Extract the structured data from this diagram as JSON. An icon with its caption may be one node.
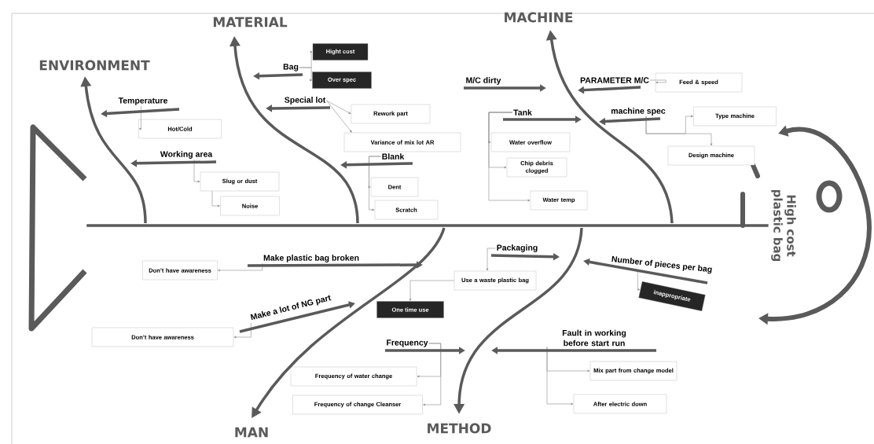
{
  "diagram": {
    "nodes": [
      {
        "text": [
          "ENVIRONMENT"
        ]
      },
      {
        "text": [
          "MATERIAL"
        ]
      },
      {
        "text": [
          "MACHINE"
        ]
      },
      {
        "text": [
          "Temperature"
        ]
      },
      {
        "text": [
          "Hot/Cold"
        ]
      },
      {
        "text": [
          "Working area"
        ]
      },
      {
        "text": [
          "Slug or dust"
        ]
      },
      {
        "text": [
          "Noise"
        ]
      },
      {
        "text": [
          "Bag"
        ]
      },
      {
        "text": [
          "Hight cost"
        ]
      },
      {
        "text": [
          "Over spec"
        ]
      },
      {
        "text": [
          "Special lot"
        ]
      },
      {
        "text": [
          "Rework part"
        ]
      },
      {
        "text": [
          "Variance of mix lot AR"
        ]
      },
      {
        "text": [
          "Blank"
        ]
      },
      {
        "text": [
          "Dent"
        ]
      },
      {
        "text": [
          "Scratch"
        ]
      },
      {
        "text": [
          "M/C dirty"
        ]
      },
      {
        "text": [
          "PARAMETER M/C"
        ]
      },
      {
        "text": [
          "Feed & speed"
        ]
      },
      {
        "text": [
          "machine spec"
        ]
      },
      {
        "text": [
          "Type machine"
        ]
      },
      {
        "text": [
          "Design machine"
        ]
      },
      {
        "text": [
          "Tank"
        ]
      },
      {
        "text": [
          "Water overflow"
        ]
      },
      {
        "text": [
          "Chip debris clogged"
        ]
      },
      {
        "text": [
          "Water temp"
        ]
      },
      {
        "text": [
          "High cost plastic bag"
        ]
      },
      {
        "text": [
          "Don’t have awareness"
        ]
      },
      {
        "text": [
          "Make plastic bag broken"
        ]
      },
      {
        "text": [
          "Make a lot of NG part"
        ]
      },
      {
        "text": [
          "Don’t have awareness"
        ]
      },
      {
        "text": [
          "MAN"
        ]
      },
      {
        "text": [
          "Packaging"
        ]
      },
      {
        "text": [
          "Use a waste plastic bag"
        ]
      },
      {
        "text": [
          "One time use"
        ]
      },
      {
        "text": [
          "Number of pieces per bag"
        ]
      },
      {
        "text": [
          "inappropriate"
        ]
      },
      {
        "text": [
          "Frequency"
        ]
      },
      {
        "text": [
          "Frequency of water change"
        ]
      },
      {
        "text": [
          "Frequency of change Cleanser"
        ]
      },
      {
        "text": [
          "Fault in working before start run"
        ]
      },
      {
        "text": [
          "Mix part from change model"
        ]
      },
      {
        "text": [
          "After electric down"
        ]
      },
      {
        "text": [
          "METHOD"
        ]
      },
      {
        "text": [],
        "shape": "picture"
      }
    ],
    "edges": [
      {
        "from": 3,
        "to": 4,
        "arrow": "to"
      },
      {
        "from": 5,
        "to": 6,
        "arrow": "to"
      },
      {
        "from": 6,
        "to": 7,
        "arrow": "to"
      },
      {
        "from": 8,
        "to": 9,
        "arrow": "to"
      },
      {
        "from": 8,
        "to": 10,
        "arrow": "to"
      },
      {
        "from": 11,
        "to": 12,
        "arrow": "to"
      },
      {
        "from": 11,
        "to": 13,
        "arrow": "to"
      },
      {
        "from": 14,
        "to": 15,
        "arrow": "to"
      },
      {
        "from": 14,
        "to": 16,
        "arrow": "to"
      },
      {
        "from": 18,
        "to": 19,
        "arrow": "to"
      },
      {
        "from": 20,
        "to": 21,
        "arrow": "to"
      },
      {
        "from": 20,
        "to": 22,
        "arrow": "to"
      },
      {
        "from": 23,
        "to": 24,
        "arrow": "to"
      },
      {
        "from": 23,
        "to": 25,
        "arrow": "to"
      },
      {
        "from": 23,
        "to": 26,
        "arrow": "to"
      },
      {
        "from": 29,
        "to": 28,
        "arrow": "to"
      },
      {
        "from": 30,
        "to": 31,
        "arrow": "to"
      },
      {
        "from": 33,
        "to": 34,
        "arrow": "to"
      },
      {
        "from": 34,
        "to": 35,
        "arrow": "to"
      },
      {
        "from": 36,
        "to": 37,
        "arrow": "to"
      },
      {
        "from": 38,
        "to": 39,
        "arrow": "to"
      },
      {
        "from": 38,
        "to": 40,
        "arrow": "to"
      },
      {
        "from": 41,
        "to": 42,
        "arrow": "to"
      },
      {
        "from": 41,
        "to": 43,
        "arrow": "to"
      },
      {
        "from": null,
        "to": 0,
        "arrow": "to",
        "style": "thick"
      },
      {
        "from": null,
        "to": 1,
        "arrow": "to",
        "style": "thick"
      },
      {
        "from": null,
        "to": 2,
        "arrow": "to",
        "style": "thick"
      },
      {
        "from": null,
        "to": 32,
        "arrow": "to",
        "style": "thick"
      },
      {
        "from": null,
        "to": 44,
        "arrow": "to",
        "style": "thick"
      },
      {
        "from": 3,
        "to": null,
        "arrow": "to",
        "style": "thick"
      },
      {
        "from": 5,
        "to": null,
        "arrow": "to",
        "style": "thick"
      },
      {
        "from": 8,
        "to": null,
        "arrow": "to",
        "style": "thick"
      },
      {
        "from": 11,
        "to": null,
        "arrow": "to",
        "style": "thick"
      },
      {
        "from": 14,
        "to": null,
        "arrow": "to",
        "style": "thick"
      },
      {
        "from": 17,
        "to": null,
        "arrow": "to",
        "style": "thick"
      },
      {
        "from": 18,
        "to": null,
        "arrow": "to",
        "style": "thick"
      },
      {
        "from": 20,
        "to": null,
        "arrow": "to",
        "style": "thick"
      },
      {
        "from": 23,
        "to": null,
        "arrow": "to",
        "style": "thick"
      },
      {
        "from": 29,
        "to": null,
        "arrow": "to",
        "style": "thick"
      },
      {
        "from": 30,
        "to": null,
        "arrow": "to",
        "style": "thick"
      },
      {
        "from": 33,
        "to": null,
        "arrow": "to",
        "style": "thick"
      },
      {
        "from": 36,
        "to": null,
        "arrow": "to",
        "style": "thick"
      },
      {
        "from": 38,
        "to": null,
        "arrow": "to",
        "style": "thick"
      },
      {
        "from": 41,
        "to": null,
        "arrow": "to",
        "style": "thick"
      },
      {
        "from": 45,
        "to": 27,
        "arrow": "none",
        "style": "thick"
      }
    ]
  }
}
